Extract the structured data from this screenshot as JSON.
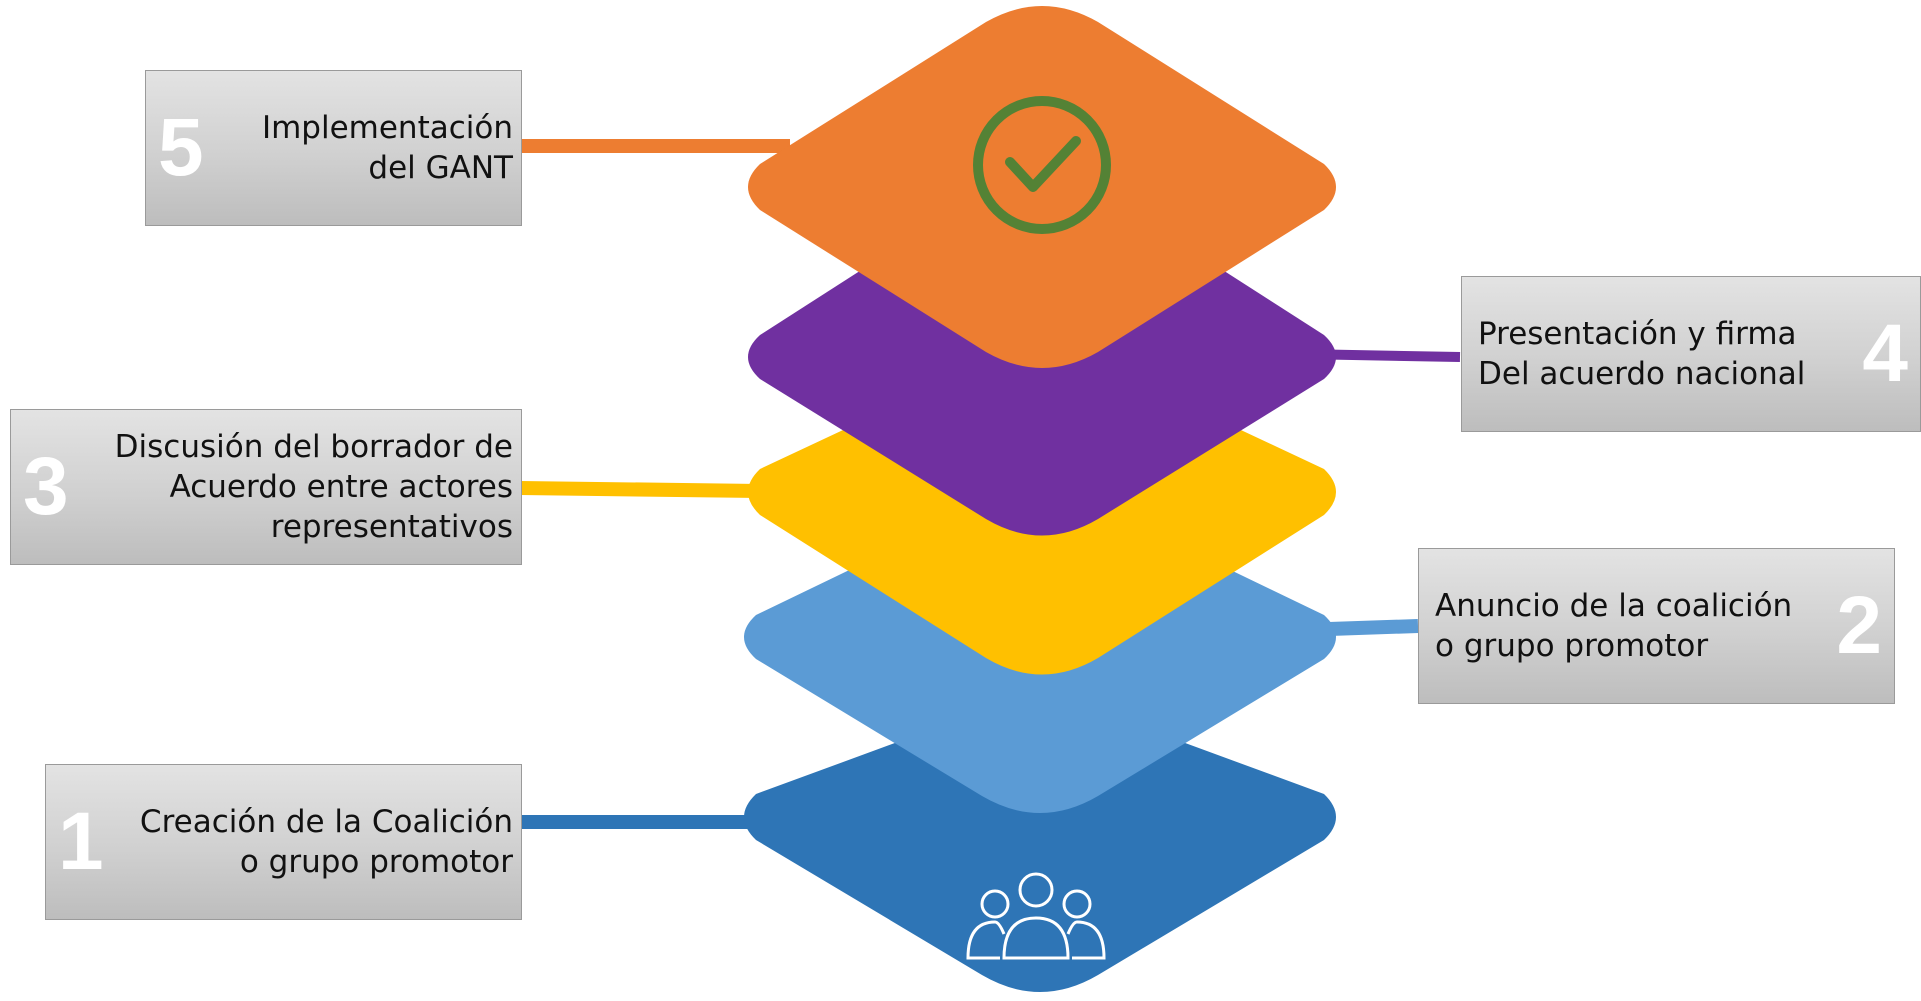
{
  "colors": {
    "step1": "#2E75B6",
    "step2": "#5B9BD5",
    "step3": "#FFC000",
    "step4": "#7030A0",
    "step5": "#ED7D31",
    "check": "#548235"
  },
  "steps": [
    {
      "number": "1",
      "label": "Creación de la Coalición\no grupo promotor",
      "icon": "people-group-icon"
    },
    {
      "number": "2",
      "label": "Anuncio de la coalición\no grupo promotor"
    },
    {
      "number": "3",
      "label": "Discusión del borrador de\nAcuerdo entre actores\nrepresentativos"
    },
    {
      "number": "4",
      "label": "Presentación y firma\nDel acuerdo nacional"
    },
    {
      "number": "5",
      "label": "Implementación\ndel GANT",
      "icon": "check-circle-icon"
    }
  ]
}
